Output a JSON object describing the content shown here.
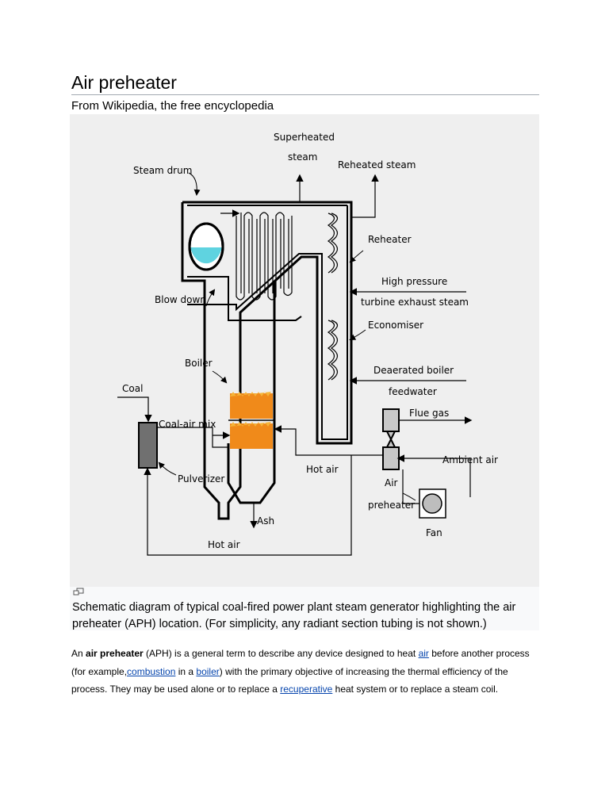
{
  "article": {
    "title": "Air preheater",
    "tagline": "From Wikipedia, the free encyclopedia"
  },
  "figure": {
    "caption": "Schematic diagram of typical coal-fired power plant steam generator highlighting the air preheater (APH) location. (For simplicity, any radiant section tubing is not shown.)",
    "enlarge_icon": "magnify-clip-icon",
    "labels": {
      "superheated_1": "Superheated",
      "superheated_2": "steam",
      "reheated_steam": "Reheated steam",
      "steam_drum": "Steam drum",
      "reheater": "Reheater",
      "high_pressure_1": "High pressure",
      "high_pressure_2": "turbine exhaust steam",
      "blowdown": "Blow down",
      "economiser": "Economiser",
      "boiler": "Boiler",
      "deaerated_1": "Deaerated boiler",
      "deaerated_2": "feedwater",
      "coal": "Coal",
      "flue_gas": "Flue gas",
      "coal_air_mix": "Coal-air mix",
      "ambient_air": "Ambient air",
      "hot_air_right": "Hot air",
      "air_preheater_1": "Air",
      "air_preheater_2": "preheater",
      "pulverizer": "Pulverizer",
      "fan": "Fan",
      "ash": "Ash",
      "hot_air_bottom": "Hot air"
    },
    "colors": {
      "water": "#5fd3e0",
      "flame": "#f08a1a",
      "flame_tip": "#f5b53a",
      "pulverizer": "#707070",
      "preheater": "#c8c8c8",
      "background": "#efefef"
    }
  },
  "paragraph": {
    "t1": "An ",
    "bold": "air preheater",
    "t2": " (APH) is a general term to describe any device designed to heat ",
    "link_air": "air",
    "t3": " before another process (for example,",
    "link_combustion": "combustion",
    "t4": " in a ",
    "link_boiler": "boiler",
    "t5": ") with the primary objective of increasing the thermal efficiency of the process. They may be used alone or to replace a ",
    "link_recuperative": "recuperative",
    "t6": " heat system or to replace a steam coil."
  }
}
